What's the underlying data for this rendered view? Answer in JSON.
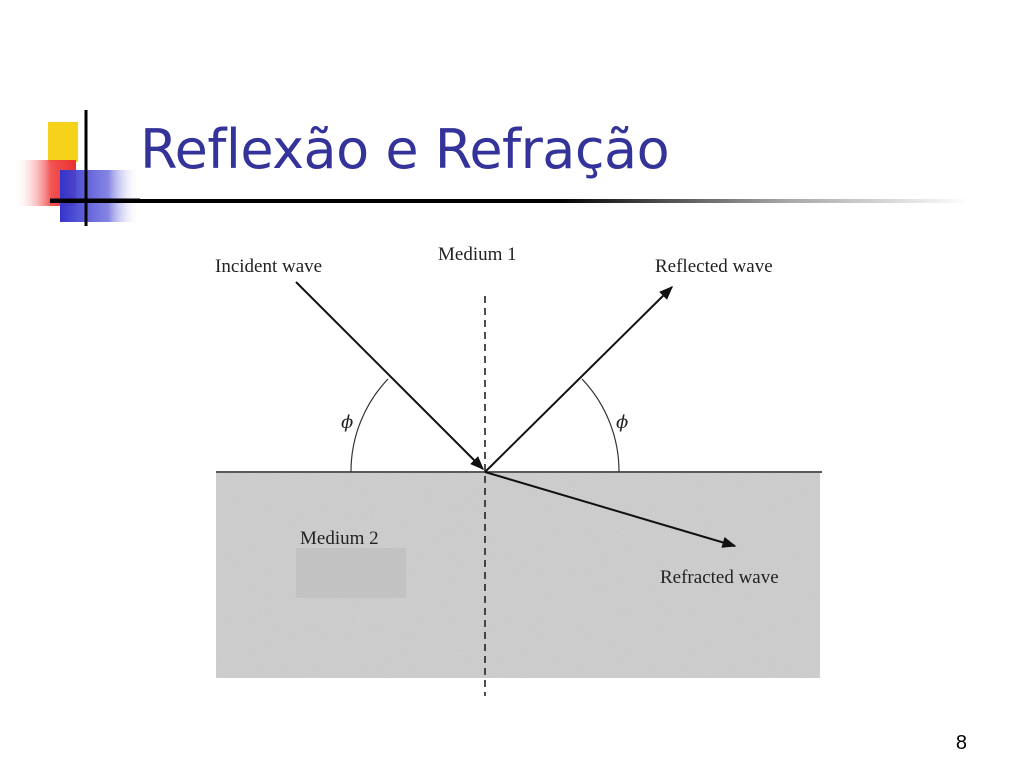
{
  "slide": {
    "title": "Reflexão e Refração",
    "page_number": "8"
  },
  "diagram": {
    "medium_1_label": "Medium 1",
    "medium_2_label": "Medium 2",
    "incident_label": "Incident wave",
    "reflected_label": "Reflected wave",
    "refracted_label": "Refracted wave",
    "angle_symbol": "ϕ"
  },
  "colors": {
    "title": "#333399",
    "logo_yellow": "#f7d21a",
    "logo_red": "#f04040",
    "logo_blue": "#3333cc"
  }
}
